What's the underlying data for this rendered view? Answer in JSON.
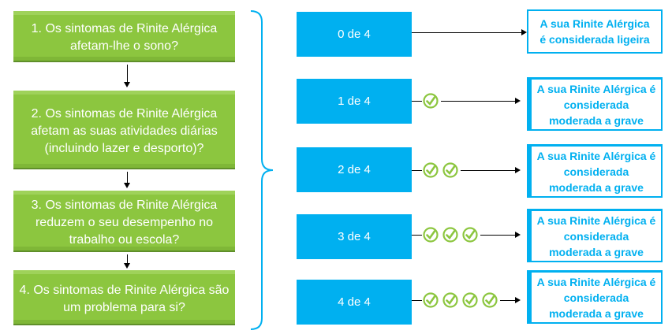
{
  "questions": [
    {
      "lines": [
        "1. Os sintomas de Rinite Alérgica",
        "afetam-lhe o sono?"
      ]
    },
    {
      "lines": [
        "2. Os sintomas de Rinite Alérgica",
        "afetam as suas atividades diárias",
        "(incluindo lazer e desporto)?"
      ]
    },
    {
      "lines": [
        "3. Os sintomas de Rinite Alérgica",
        "reduzem o seu desempenho no",
        "trabalho ou escola?"
      ]
    },
    {
      "lines": [
        "4. Os sintomas de Rinite Alérgica são",
        "um problema para si?"
      ]
    }
  ],
  "scores": [
    "0 de 4",
    "1 de 4",
    "2 de 4",
    "3 de 4",
    "4 de 4"
  ],
  "check_counts": [
    0,
    1,
    2,
    3,
    4
  ],
  "results": [
    {
      "lines": [
        "A sua Rinite Alérgica",
        "é considerada ligeira"
      ]
    },
    {
      "lines": [
        "A sua Rinite Alérgica é",
        "considerada",
        "moderada a grave"
      ]
    },
    {
      "lines": [
        "A sua Rinite Alérgica é",
        "considerada",
        "moderada a grave"
      ]
    },
    {
      "lines": [
        "A sua Rinite Alérgica é",
        "considerada",
        "moderada a grave"
      ]
    },
    {
      "lines": [
        "A sua Rinite Alérgica é",
        "considerada",
        "moderada a grave"
      ]
    }
  ],
  "colors": {
    "question_green": "#8cc63f",
    "score_blue": "#00b0f0",
    "check_green": "#8cc63f"
  }
}
